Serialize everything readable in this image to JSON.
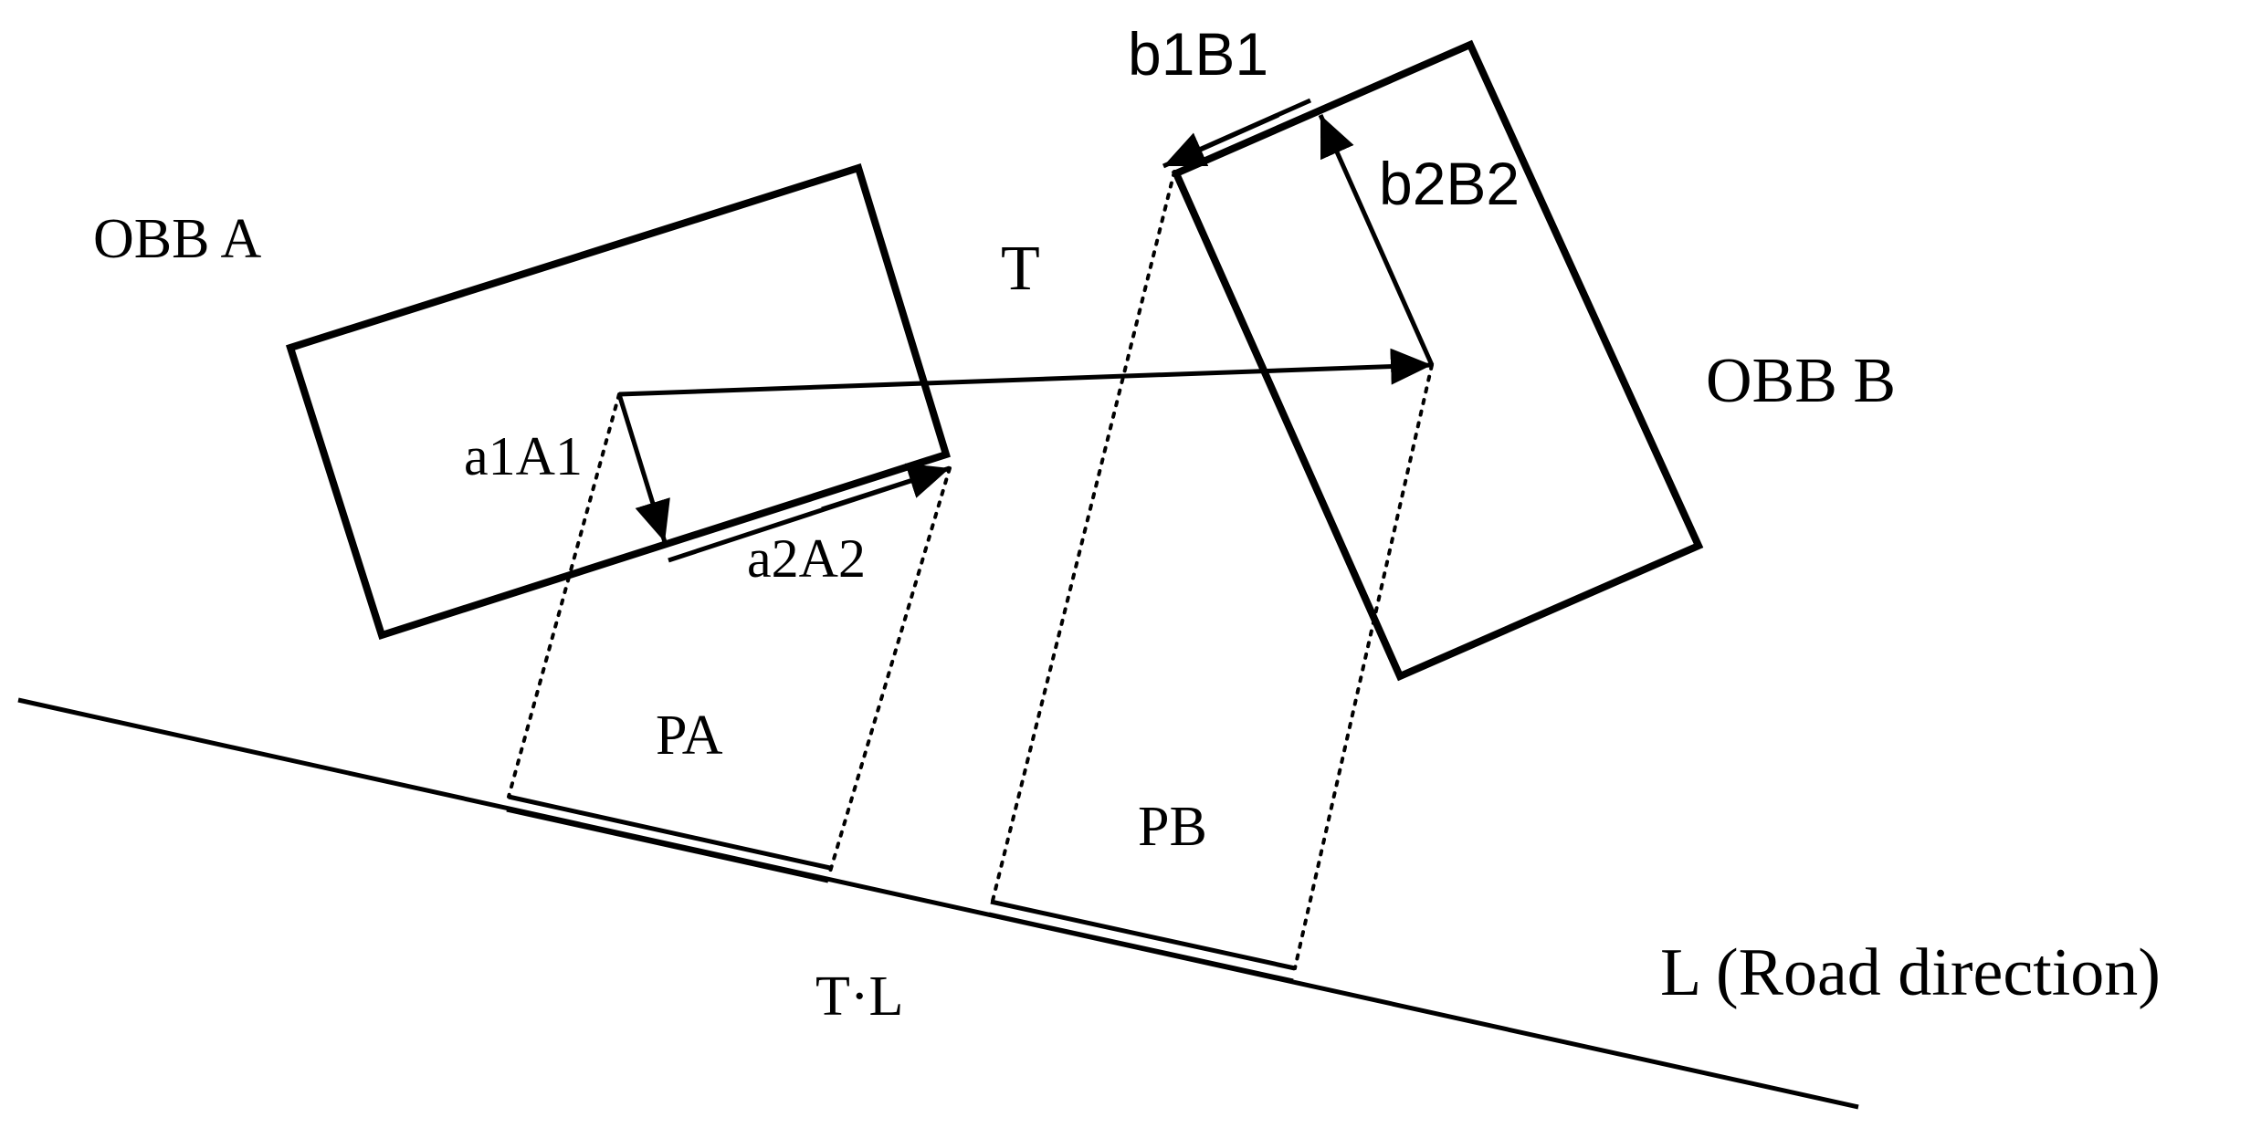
{
  "labels": {
    "obb_a": "OBB A",
    "obb_b": "OBB B",
    "t": "T",
    "a1A1": "a1A1",
    "a2A2": "a2A2",
    "b1B1": "b1B1",
    "b2B2": "b2B2",
    "pa": "PA",
    "pb": "PB",
    "tl": "T·L",
    "road": "L (Road direction)"
  }
}
